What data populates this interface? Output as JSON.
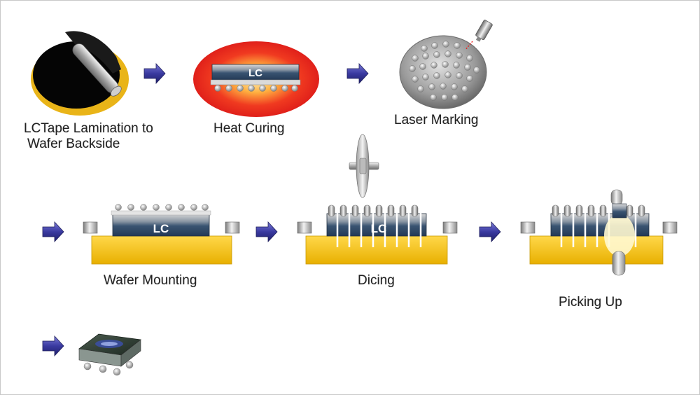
{
  "steps": {
    "lamination": {
      "line1": "LCTape Lamination to",
      "line2": "Wafer Backside"
    },
    "heat_curing": {
      "label": "Heat Curing",
      "chip_text": "LC"
    },
    "laser_marking": {
      "label": "Laser Marking"
    },
    "wafer_mounting": {
      "label": "Wafer Mounting",
      "chip_text": "LC"
    },
    "dicing": {
      "label": "Dicing",
      "chip_text": "LC"
    },
    "picking_up": {
      "label": "Picking Up"
    }
  },
  "colors": {
    "arrow": "#3a3a9e",
    "tape": "#f2c21a",
    "chip": "#2f4a6a",
    "glow": "#e8201a",
    "label_text": "#222222"
  }
}
